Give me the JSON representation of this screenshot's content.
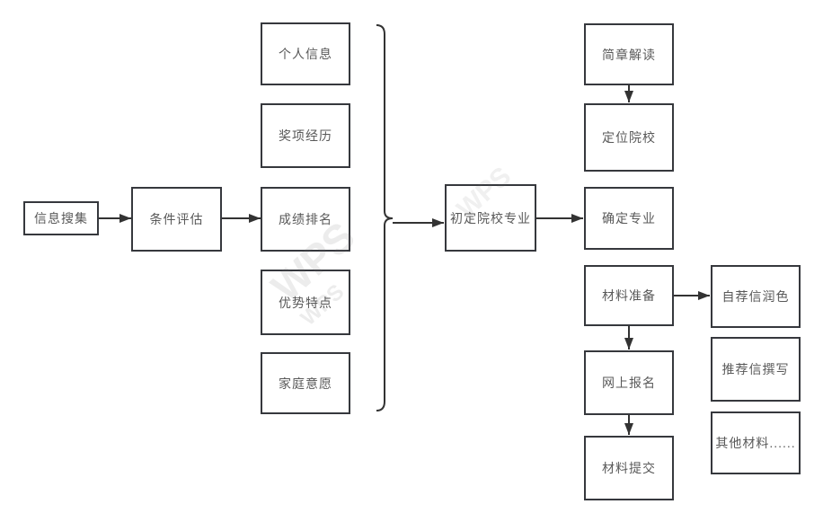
{
  "diagram": {
    "title": "application-process-flowchart",
    "watermark": {
      "text": "WPS"
    },
    "colors": {
      "background": "#ffffff",
      "node_fill": "#ffffff",
      "node_border": "#36383d",
      "text": "#595959",
      "arrow": "#333333"
    },
    "nodes": {
      "info_collection": {
        "label": "信息搜集"
      },
      "condition_evaluation": {
        "label": "条件评估"
      },
      "personal_info": {
        "label": "个人信息"
      },
      "award_experience": {
        "label": "奖项经历"
      },
      "grade_ranking": {
        "label": "成绩排名"
      },
      "strengths": {
        "label": "优势特点"
      },
      "family_wishes": {
        "label": "家庭意愿"
      },
      "initial_school_major": {
        "label": "初定院校专业"
      },
      "brochure_reading": {
        "label": "简章解读"
      },
      "school_positioning": {
        "label": "定位院校"
      },
      "major_confirmation": {
        "label": "确定专业"
      },
      "material_preparation": {
        "label": "材料准备"
      },
      "online_registration": {
        "label": "网上报名"
      },
      "material_submission": {
        "label": "材料提交"
      },
      "self_letter_polish": {
        "label": "自荐信润色"
      },
      "recommendation_letter": {
        "label": "推荐信撰写"
      },
      "other_materials": {
        "label": "其他材料......"
      }
    },
    "edges": [
      {
        "from": "info_collection",
        "to": "condition_evaluation"
      },
      {
        "from": "condition_evaluation",
        "to": "grade_ranking"
      },
      {
        "from": "brace_group",
        "to": "initial_school_major"
      },
      {
        "from": "initial_school_major",
        "to": "major_confirmation"
      },
      {
        "from": "brochure_reading",
        "to": "school_positioning"
      },
      {
        "from": "material_preparation",
        "to": "self_letter_polish"
      },
      {
        "from": "material_preparation",
        "to": "online_registration"
      },
      {
        "from": "online_registration",
        "to": "material_submission"
      }
    ],
    "brace_group_members": [
      "personal_info",
      "award_experience",
      "grade_ranking",
      "strengths",
      "family_wishes"
    ]
  }
}
